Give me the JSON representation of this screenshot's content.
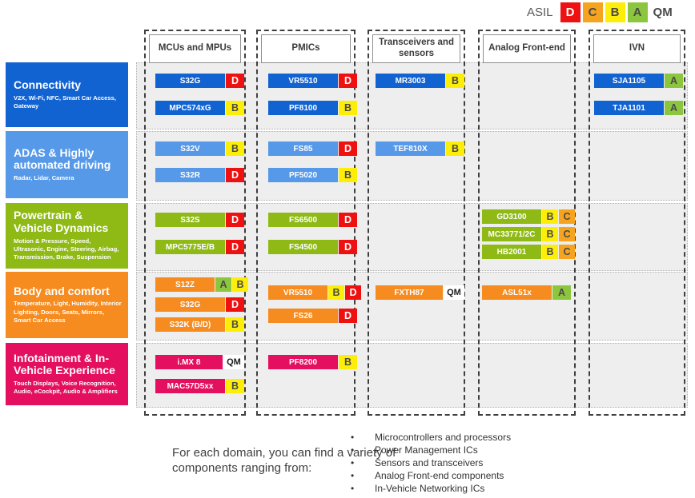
{
  "asil": {
    "legend_label": "ASIL",
    "qm_text": "QM",
    "ratings": [
      {
        "code": "D",
        "bg": "#ee1111",
        "fg": "#ffffff"
      },
      {
        "code": "C",
        "bg": "#f6a41f",
        "fg": "#4a4a4a"
      },
      {
        "code": "B",
        "bg": "#fdee0a",
        "fg": "#4a4a4a"
      },
      {
        "code": "A",
        "bg": "#8cc63e",
        "fg": "#4a4a4a"
      },
      {
        "code": "QM",
        "bg": "#ffffff",
        "fg": "#1a1a1a"
      }
    ]
  },
  "columns": [
    {
      "id": "mcus",
      "title": "MCUs and MPUs"
    },
    {
      "id": "pmics",
      "title": "PMICs"
    },
    {
      "id": "transceivers",
      "title": "Transceivers and sensors"
    },
    {
      "id": "analog",
      "title": "Analog Front-end"
    },
    {
      "id": "ivn",
      "title": "IVN"
    }
  ],
  "rows": [
    {
      "id": "connectivity",
      "title": "Connectivity",
      "subtitle": "V2X, Wi-Fi, NFC, Smart Car Access, Gateway",
      "color": "#1263d2",
      "products": {
        "mcus": [
          {
            "name": "S32G",
            "asil": [
              "D"
            ]
          },
          {
            "name": "MPC574xG",
            "asil": [
              "B"
            ]
          }
        ],
        "pmics": [
          {
            "name": "VR5510",
            "asil": [
              "D"
            ]
          },
          {
            "name": "PF8100",
            "asil": [
              "B"
            ]
          }
        ],
        "transceivers": [
          {
            "name": "MR3003",
            "asil": [
              "B"
            ]
          }
        ],
        "analog": [],
        "ivn": [
          {
            "name": "SJA1105",
            "asil": [
              "A"
            ]
          },
          {
            "name": "TJA1101",
            "asil": [
              "A"
            ]
          }
        ]
      }
    },
    {
      "id": "adas",
      "title": "ADAS & Highly automated driving",
      "subtitle": "Radar, Lidar, Camera",
      "color": "#5699e9",
      "products": {
        "mcus": [
          {
            "name": "S32V",
            "asil": [
              "B"
            ]
          },
          {
            "name": "S32R",
            "asil": [
              "D"
            ]
          }
        ],
        "pmics": [
          {
            "name": "FS85",
            "asil": [
              "D"
            ]
          },
          {
            "name": "PF5020",
            "asil": [
              "B"
            ]
          }
        ],
        "transceivers": [
          {
            "name": "TEF810X",
            "asil": [
              "B"
            ]
          }
        ],
        "analog": [],
        "ivn": []
      }
    },
    {
      "id": "powertrain",
      "title": "Powertrain & Vehicle Dynamics",
      "subtitle": "Motion & Pressure, Speed, Ultrasonic, Engine, Steering, Airbag, Transmission, Brake, Suspension",
      "color": "#8fba16",
      "products": {
        "mcus": [
          {
            "name": "S32S",
            "asil": [
              "D"
            ]
          },
          {
            "name": "MPC5775E/B",
            "asil": [
              "D"
            ]
          }
        ],
        "pmics": [
          {
            "name": "FS6500",
            "asil": [
              "D"
            ]
          },
          {
            "name": "FS4500",
            "asil": [
              "D"
            ]
          }
        ],
        "transceivers": [],
        "analog": [
          {
            "name": "GD3100",
            "asil": [
              "B",
              "C"
            ]
          },
          {
            "name": "MC33771/2C",
            "asil": [
              "B",
              "C"
            ]
          },
          {
            "name": "HB2001",
            "asil": [
              "B",
              "C"
            ]
          }
        ],
        "ivn": []
      }
    },
    {
      "id": "body",
      "title": "Body and comfort",
      "subtitle": "Temperature, Light, Humidity, Interior Lighting, Doors, Seats, Mirrors, Smart Car Access",
      "color": "#f68b1f",
      "products": {
        "mcus": [
          {
            "name": "S12Z",
            "asil": [
              "A",
              "B"
            ]
          },
          {
            "name": "S32G",
            "asil": [
              "D"
            ]
          },
          {
            "name": "S32K (B/D)",
            "asil": [
              "B"
            ]
          }
        ],
        "pmics": [
          {
            "name": "VR5510",
            "asil": [
              "B",
              "D"
            ]
          },
          {
            "name": "FS26",
            "asil": [
              "D"
            ]
          }
        ],
        "transceivers": [
          {
            "name": "FXTH87",
            "asil": [
              "QM"
            ]
          }
        ],
        "analog": [
          {
            "name": "ASL51x",
            "asil": [
              "A"
            ]
          }
        ],
        "ivn": []
      }
    },
    {
      "id": "infotainment",
      "title": "Infotainment & In-Vehicle Experience",
      "subtitle": "Touch Displays, Voice Recognition, Audio, eCockpit, Audio & Amplifiers",
      "color": "#e40f5e",
      "products": {
        "mcus": [
          {
            "name": "i.MX 8",
            "asil": [
              "QM"
            ]
          },
          {
            "name": "MAC57D5xx",
            "asil": [
              "B"
            ]
          }
        ],
        "pmics": [
          {
            "name": "PF8200",
            "asil": [
              "B"
            ]
          }
        ],
        "transceivers": [],
        "analog": [],
        "ivn": []
      }
    }
  ],
  "footer": {
    "intro": "For each domain, you can find a variety of components ranging from:",
    "bullet_char": "•",
    "bullets": [
      "Microcontrollers and processors",
      "Power Management ICs",
      "Sensors and transceivers",
      "Analog Front-end components",
      "In-Vehicle Networking ICs"
    ]
  }
}
